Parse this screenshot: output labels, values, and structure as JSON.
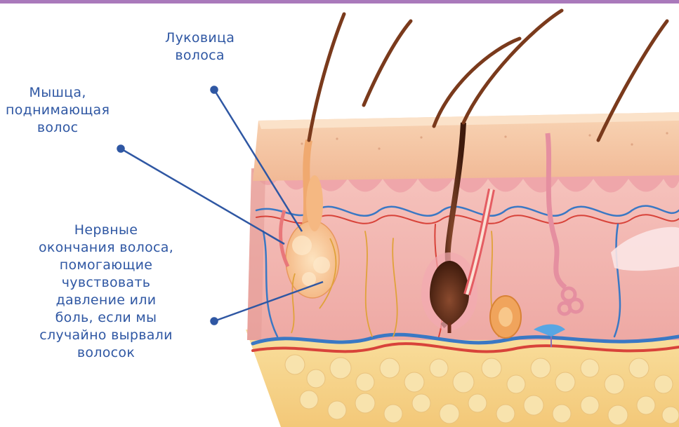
{
  "colors": {
    "accent_bar": "#a979bb",
    "label_text": "#2f57a3",
    "pointer_line": "#2f57a3",
    "epidermis": "#f6c9a6",
    "dermis": "#f3b6ad",
    "fat": "#f7d98f",
    "hair": "#5a2a12",
    "vein": "#3a78c4",
    "artery": "#d8433a"
  },
  "labels": {
    "hair_bulb": [
      "Луковица",
      "волоса"
    ],
    "arrector_muscle": [
      "Мышца,",
      "поднимающая",
      "волос"
    ],
    "nerve_endings": [
      "Нервные",
      "окончания волоса,",
      "помогающие",
      "чувствовать",
      "давление или",
      "боль, если мы",
      "случайно вырвали",
      "волосок"
    ]
  },
  "icons": [
    "skin-cross-section-illustration",
    "hair-follicle-icon",
    "sweat-gland-icon",
    "fat-cell-icon",
    "blood-vessel-icon"
  ]
}
